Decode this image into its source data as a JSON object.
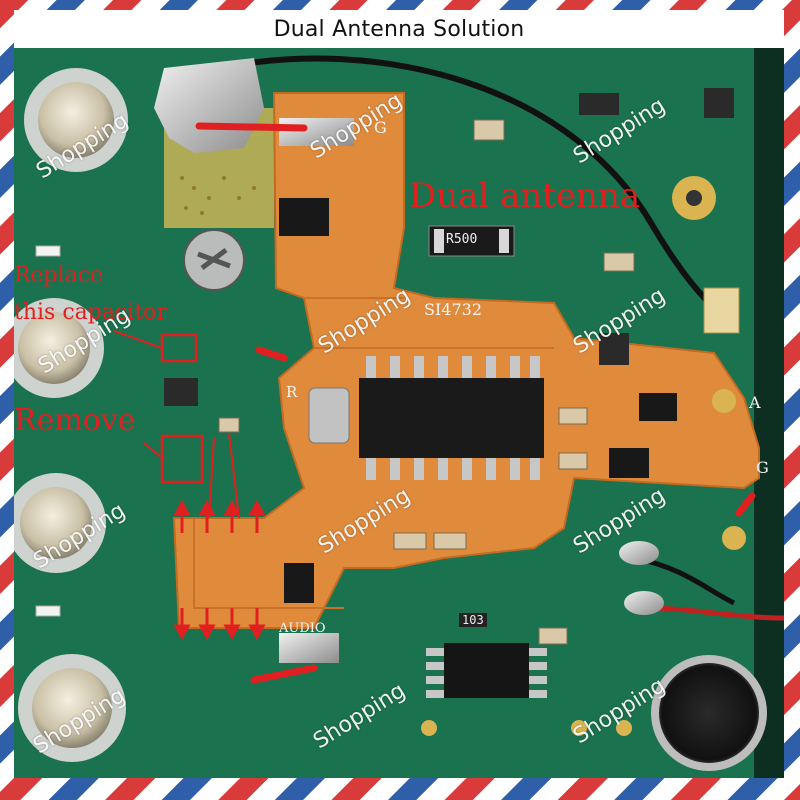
{
  "title": "Dual Antenna Solution",
  "labels": {
    "dual_antenna": "Dual antenna",
    "replace_line1": "Replace",
    "replace_line2": "this capacitor",
    "remove": "Remove",
    "chip_si4732": "SI4732",
    "resistor_code": "R500",
    "audio": "AUDIO",
    "ic_103": "103",
    "pad_r": "R",
    "pad_a": "A",
    "pad_g_top": "G",
    "pad_g_right": "G"
  },
  "watermark": "Shopping",
  "colors": {
    "pcb_green": "#1f7a55",
    "flex_orange": "#e08a3c",
    "annotation_red": "#e02020",
    "border_red": "#d93a3a",
    "border_blue": "#2f5fa8"
  }
}
